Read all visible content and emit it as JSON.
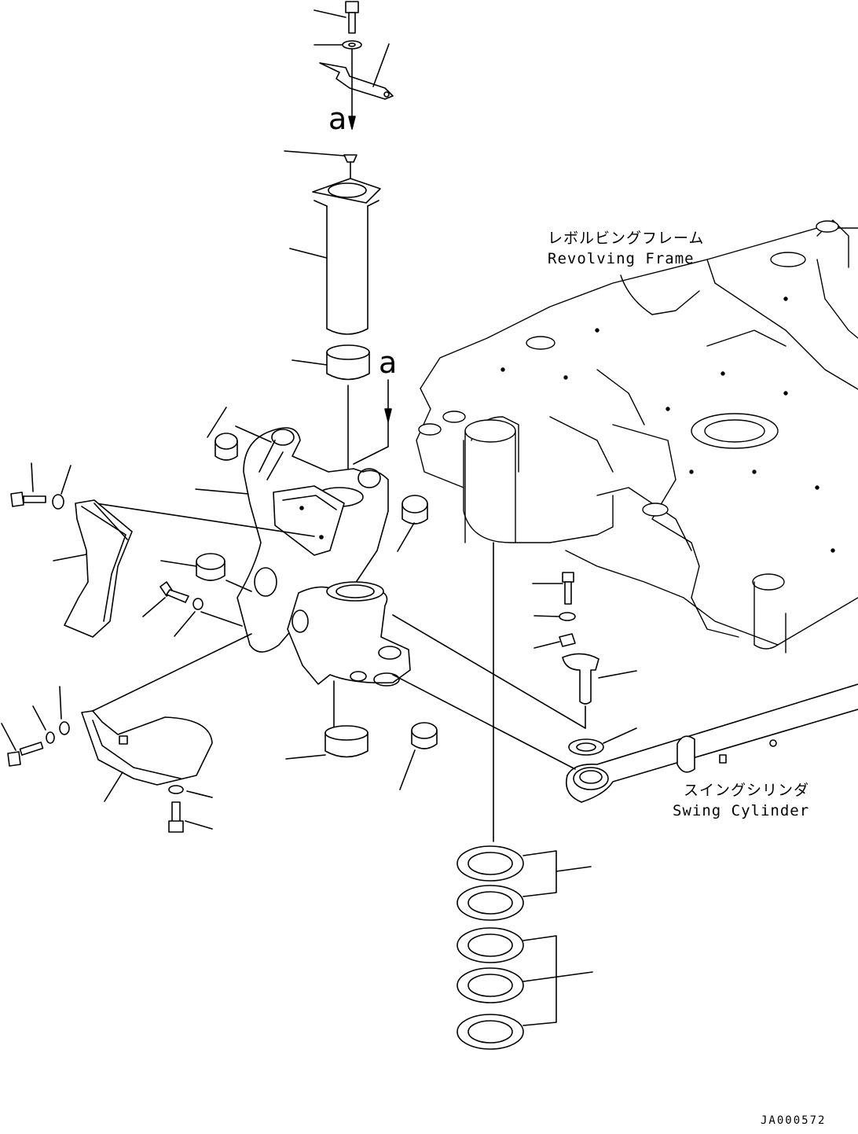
{
  "revolving_frame": {
    "label_jp": "レボルビングフレーム",
    "label_en": "Revolving Frame"
  },
  "swing_cylinder": {
    "label_jp": "スイングシリンダ",
    "label_en": "Swing Cylinder"
  },
  "view_marks": {
    "upper": "a",
    "lower": "a"
  },
  "drawing_code": "JA000572"
}
